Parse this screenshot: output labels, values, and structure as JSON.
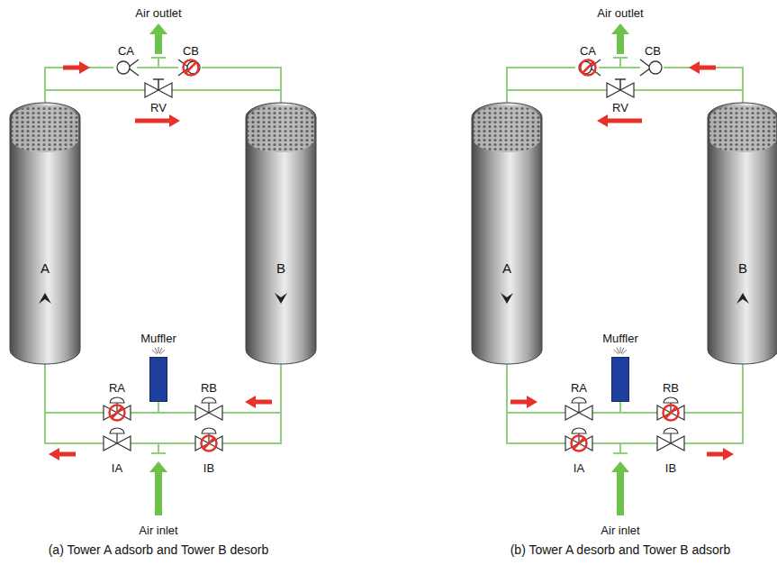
{
  "diagram": {
    "nodes": [
      {
        "text": [
          "A"
        ]
      },
      {
        "text": [
          "B"
        ]
      },
      {
        "text": [
          "Muffler"
        ]
      },
      {
        "text": [
          "A"
        ]
      },
      {
        "text": [
          "B"
        ]
      },
      {
        "text": [
          "Muffler"
        ]
      }
    ],
    "labels": [
      "Air outlet",
      "CA",
      "CB",
      "RV",
      "RA",
      "RB",
      "IA",
      "IB",
      "Air inlet",
      "(a) Tower A adsorb and Tower B desorb",
      "Air outlet",
      "CA",
      "CB",
      "RV",
      "RA",
      "RB",
      "IA",
      "IB",
      "Air inlet",
      "(b) Tower A desorb and Tower B adsorb"
    ]
  }
}
